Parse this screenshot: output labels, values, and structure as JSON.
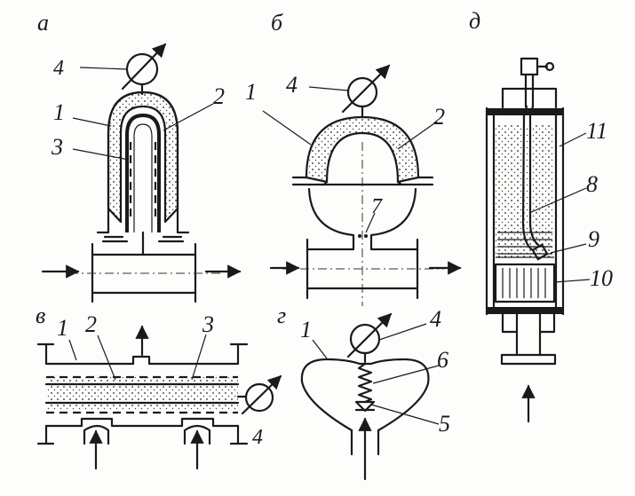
{
  "panels": {
    "a": {
      "letter": "а",
      "labels": [
        "4",
        "1",
        "2",
        "3"
      ]
    },
    "b": {
      "letter": "б",
      "labels": [
        "4",
        "1",
        "2",
        "7"
      ]
    },
    "v": {
      "letter": "в",
      "labels": [
        "1",
        "2",
        "3",
        "4"
      ]
    },
    "g": {
      "letter": "г",
      "labels": [
        "1",
        "4",
        "6",
        "5"
      ]
    },
    "d": {
      "letter": "д",
      "labels": [
        "11",
        "8",
        "9",
        "10"
      ]
    }
  }
}
